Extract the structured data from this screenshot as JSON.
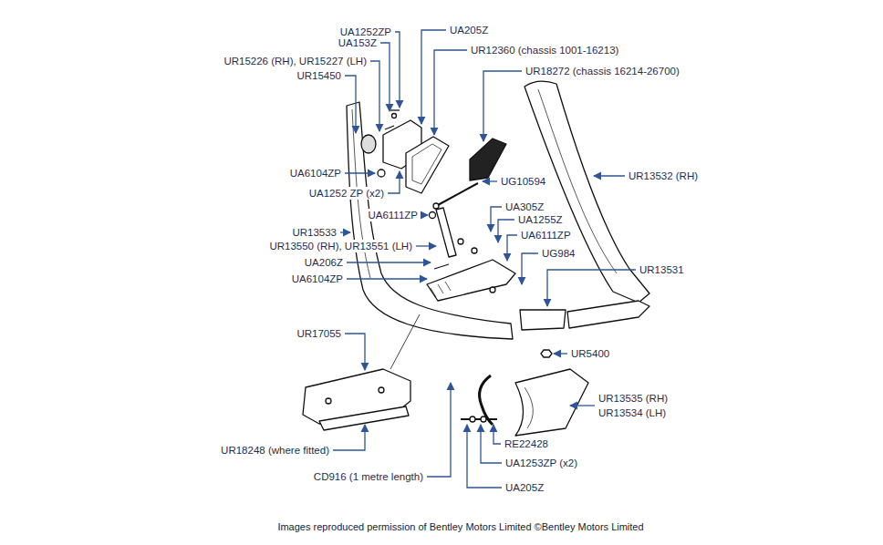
{
  "diagram": {
    "caption": "Images reproduced permission of Bentley Motors Limited ©Bentley Motors Limited",
    "labels": [
      "UA1252ZP",
      "UA205Z",
      "UA153Z",
      "UR12360 (chassis 1001-16213)",
      "UR15226 (RH), UR15227 (LH)",
      "UR18272 (chassis 16214-26700)",
      "UR15450",
      "UR13532 (RH)",
      "UA6104ZP",
      "UG10594",
      "UA1252 ZP (x2)",
      "UA6111ZP",
      "UA305Z",
      "UR13533",
      "UA1255Z",
      "UR13550 (RH), UR13551 (LH)",
      "UA6111ZP",
      "UA206Z",
      "UG984",
      "UA6104ZP",
      "UR13531",
      "UR5400",
      "UR17055",
      "UR13535 (RH)",
      "UR13534 (LH)",
      "UR18248 (where fitted)",
      "RE22428",
      "UA1253ZP (x2)",
      "CD916 (1 metre length)",
      "UA205Z"
    ]
  }
}
